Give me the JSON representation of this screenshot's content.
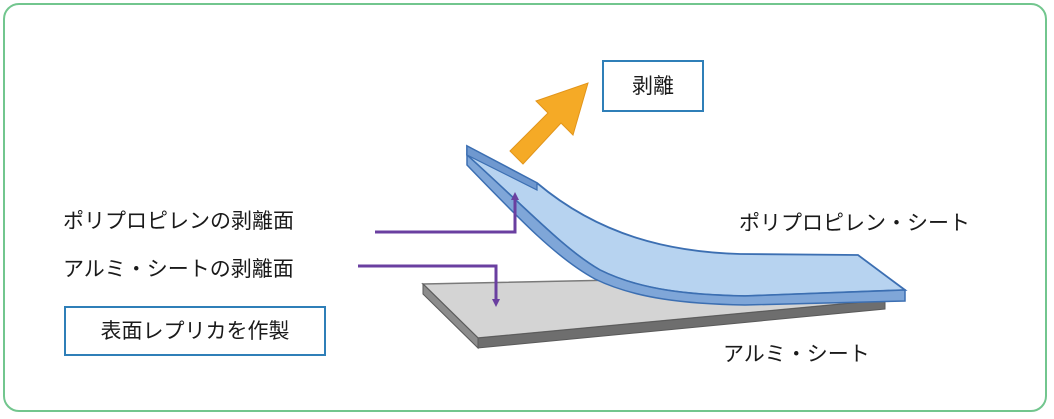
{
  "diagram": {
    "peel_label": "剥離",
    "pp_peel_surface_label": "ポリプロピレンの剥離面",
    "al_peel_surface_label": "アルミ・シートの剥離面",
    "replica_label": "表面レプリカを作製",
    "pp_sheet_label": "ポリプロピレン・シート",
    "al_sheet_label": "アルミ・シート",
    "colors": {
      "frame_border": "#72c68e",
      "label_box_border": "#2f7fb8",
      "peel_arrow": "#f5aa26",
      "pointer_arrow": "#6a3fa0",
      "pp_sheet_fill": "#9fc3ea",
      "pp_sheet_edge": "#3c6fb2",
      "al_sheet_top": "#d4d4d4",
      "al_sheet_side": "#6e6e6e"
    }
  }
}
